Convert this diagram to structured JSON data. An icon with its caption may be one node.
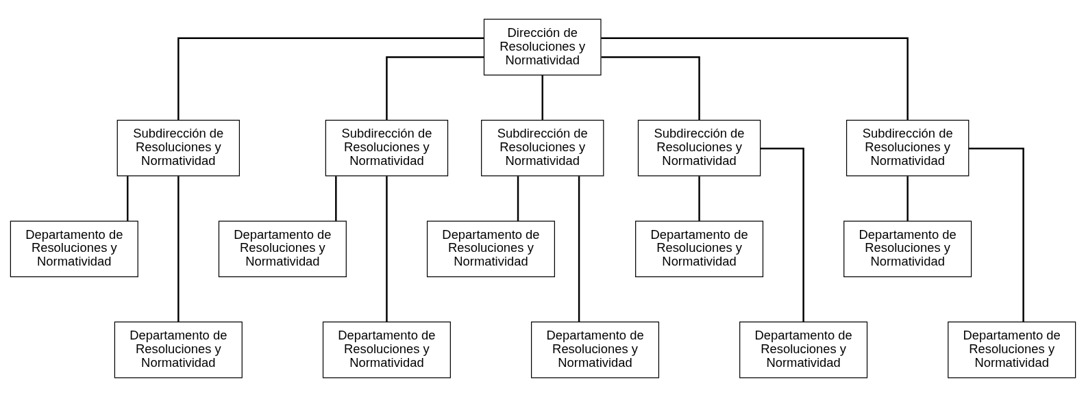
{
  "diagram": {
    "nodes": [
      {
        "text": [
          "Dirección de Resoluciones y Normatividad"
        ]
      },
      {
        "text": [
          "Subdirección de Resoluciones y Normatividad"
        ]
      },
      {
        "text": [
          "Subdirección de Resoluciones y Normatividad"
        ]
      },
      {
        "text": [
          "Subdirección de Resoluciones y Normatividad"
        ]
      },
      {
        "text": [
          "Subdirección de Resoluciones y Normatividad"
        ]
      },
      {
        "text": [
          "Subdirección de Resoluciones y Normatividad"
        ]
      },
      {
        "text": [
          "Departamento de Resoluciones y Normatividad"
        ]
      },
      {
        "text": [
          "Departamento de Resoluciones y Normatividad"
        ]
      },
      {
        "text": [
          "Departamento de Resoluciones y Normatividad"
        ]
      },
      {
        "text": [
          "Departamento de Resoluciones y Normatividad"
        ]
      },
      {
        "text": [
          "Departamento de Resoluciones y Normatividad"
        ]
      },
      {
        "text": [
          "Departamento de Resoluciones y Normatividad"
        ]
      },
      {
        "text": [
          "Departamento de Resoluciones y Normatividad"
        ]
      },
      {
        "text": [
          "Departamento de Resoluciones y Normatividad"
        ]
      },
      {
        "text": [
          "Departamento de Resoluciones y Normatividad"
        ]
      },
      {
        "text": [
          "Departamento de Resoluciones y Normatividad"
        ]
      }
    ],
    "edges": [
      {
        "from": 0,
        "to": 1,
        "arrow": "none"
      },
      {
        "from": 0,
        "to": 2,
        "arrow": "none"
      },
      {
        "from": 0,
        "to": 3,
        "arrow": "none"
      },
      {
        "from": 0,
        "to": 4,
        "arrow": "none"
      },
      {
        "from": 0,
        "to": 5,
        "arrow": "none"
      },
      {
        "from": 1,
        "to": 6,
        "arrow": "none"
      },
      {
        "from": 1,
        "to": 7,
        "arrow": "none"
      },
      {
        "from": 2,
        "to": 8,
        "arrow": "none"
      },
      {
        "from": 2,
        "to": 9,
        "arrow": "none"
      },
      {
        "from": 3,
        "to": 10,
        "arrow": "none"
      },
      {
        "from": 3,
        "to": 11,
        "arrow": "none"
      },
      {
        "from": 4,
        "to": 12,
        "arrow": "none"
      },
      {
        "from": 4,
        "to": 13,
        "arrow": "none"
      },
      {
        "from": 5,
        "to": 14,
        "arrow": "none"
      },
      {
        "from": 5,
        "to": 15,
        "arrow": "none"
      }
    ]
  }
}
